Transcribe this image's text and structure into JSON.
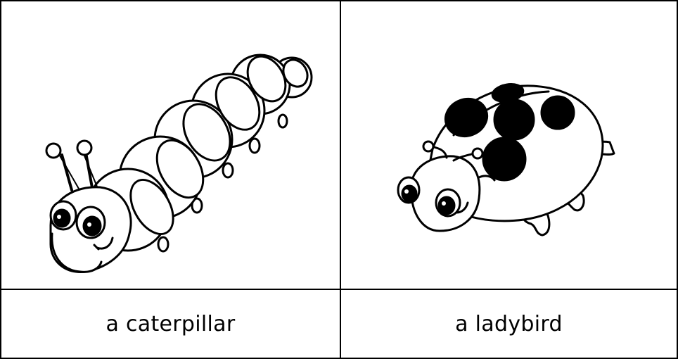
{
  "cards": [
    {
      "label": "a caterpillar",
      "icon": "caterpillar-illustration"
    },
    {
      "label": "a ladybird",
      "icon": "ladybird-illustration"
    }
  ],
  "colors": {
    "line": "#000000",
    "background": "#ffffff"
  }
}
